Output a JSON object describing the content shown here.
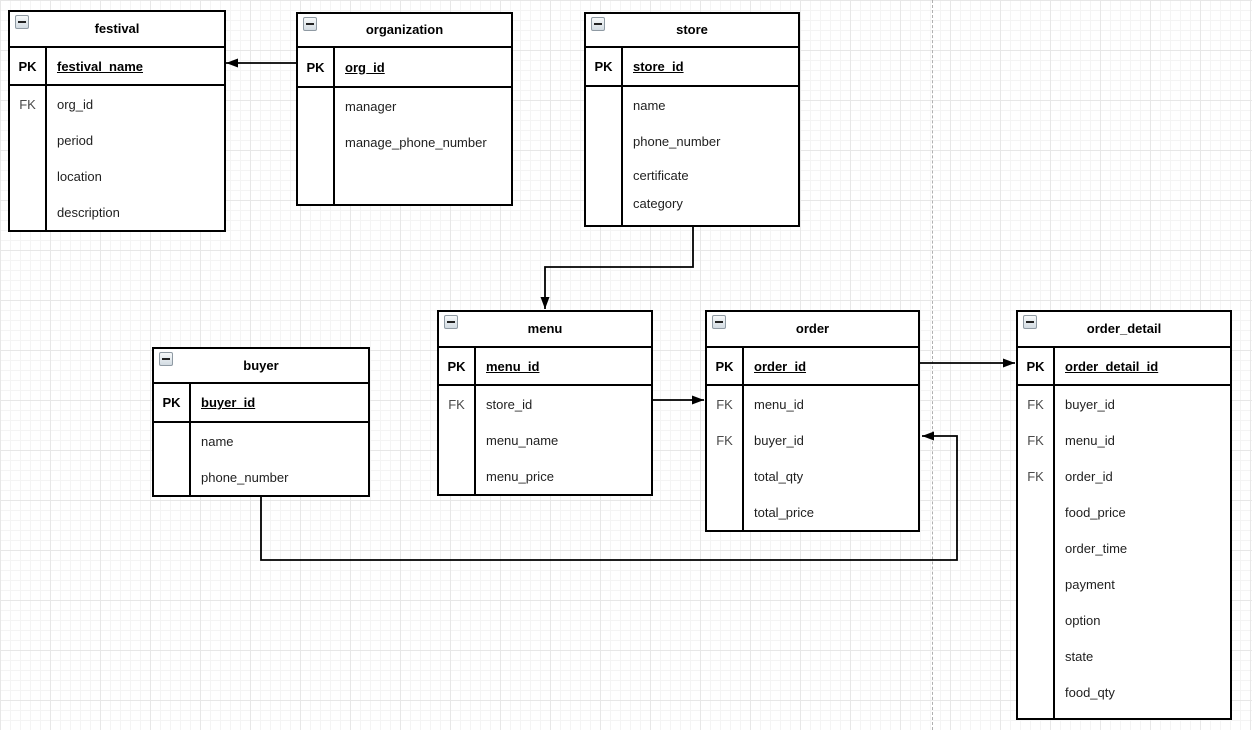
{
  "diagram": {
    "type": "entity-relationship",
    "colors": {
      "table_border": "#000000",
      "text": "#000000",
      "fk_text": "#4a4a4a",
      "grid_minor": "#f4f4f4",
      "grid_major": "#e7e7e7",
      "page_divider": "#b0b0b0",
      "background": "#ffffff"
    },
    "icons": {
      "collapse": "minus-box-icon"
    }
  },
  "tables": [
    {
      "title": "festival",
      "rows": [
        {
          "key": "PK",
          "name": "festival_name",
          "pk": true
        },
        {
          "key": "FK",
          "name": "org_id"
        },
        {
          "key": "",
          "name": "period"
        },
        {
          "key": "",
          "name": "location"
        },
        {
          "key": "",
          "name": "description"
        }
      ]
    },
    {
      "title": "organization",
      "rows": [
        {
          "key": "PK",
          "name": "org_id",
          "pk": true
        },
        {
          "key": "",
          "name": "manager"
        },
        {
          "key": "",
          "name": "manage_phone_number"
        }
      ]
    },
    {
      "title": "store",
      "rows": [
        {
          "key": "PK",
          "name": "store_id",
          "pk": true
        },
        {
          "key": "",
          "name": "name"
        },
        {
          "key": "",
          "name": "phone_number"
        },
        {
          "key": "",
          "name": "certificate"
        },
        {
          "key": "",
          "name": "category"
        }
      ]
    },
    {
      "title": "buyer",
      "rows": [
        {
          "key": "PK",
          "name": "buyer_id",
          "pk": true
        },
        {
          "key": "",
          "name": "name"
        },
        {
          "key": "",
          "name": "phone_number"
        }
      ]
    },
    {
      "title": "menu",
      "rows": [
        {
          "key": "PK",
          "name": "menu_id",
          "pk": true
        },
        {
          "key": "FK",
          "name": "store_id"
        },
        {
          "key": "",
          "name": "menu_name"
        },
        {
          "key": "",
          "name": "menu_price"
        }
      ]
    },
    {
      "title": "order",
      "rows": [
        {
          "key": "PK",
          "name": "order_id",
          "pk": true
        },
        {
          "key": "FK",
          "name": "menu_id"
        },
        {
          "key": "FK",
          "name": "buyer_id"
        },
        {
          "key": "",
          "name": "total_qty"
        },
        {
          "key": "",
          "name": "total_price"
        }
      ]
    },
    {
      "title": "order_detail",
      "rows": [
        {
          "key": "PK",
          "name": "order_detail_id",
          "pk": true
        },
        {
          "key": "FK",
          "name": "buyer_id"
        },
        {
          "key": "FK",
          "name": "menu_id"
        },
        {
          "key": "FK",
          "name": "order_id"
        },
        {
          "key": "",
          "name": "food_price"
        },
        {
          "key": "",
          "name": "order_time"
        },
        {
          "key": "",
          "name": "payment"
        },
        {
          "key": "",
          "name": "option"
        },
        {
          "key": "",
          "name": "state"
        },
        {
          "key": "",
          "name": "food_qty"
        }
      ]
    }
  ],
  "relationships": [
    {
      "from": "organization.org_id",
      "to": "festival.festival_name",
      "arrow_at": "festival"
    },
    {
      "from": "store",
      "to": "menu",
      "arrow_at": "menu"
    },
    {
      "from": "menu.store_id",
      "to": "order.menu_id",
      "arrow_at": "order"
    },
    {
      "from": "order.order_id",
      "to": "order_detail.order_detail_id",
      "arrow_at": "order_detail"
    },
    {
      "from": "buyer",
      "to": "order.buyer_id",
      "arrow_at": "order"
    }
  ]
}
